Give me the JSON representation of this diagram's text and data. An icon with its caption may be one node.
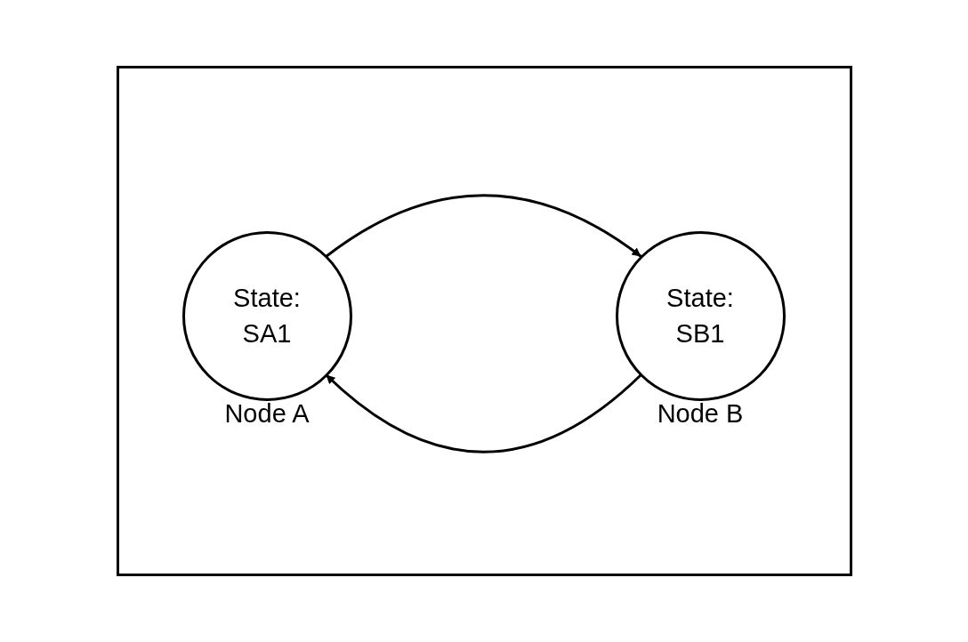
{
  "diagram": {
    "nodes": [
      {
        "text": [
          "State: SA1"
        ],
        "beside": [
          "Node A"
        ]
      },
      {
        "text": [
          "State: SB1"
        ],
        "beside": [
          "Node B"
        ]
      }
    ],
    "edges": [
      {
        "from": 0,
        "to": 1,
        "arrow": "to"
      },
      {
        "from": 1,
        "to": 0,
        "arrow": "to"
      }
    ]
  }
}
